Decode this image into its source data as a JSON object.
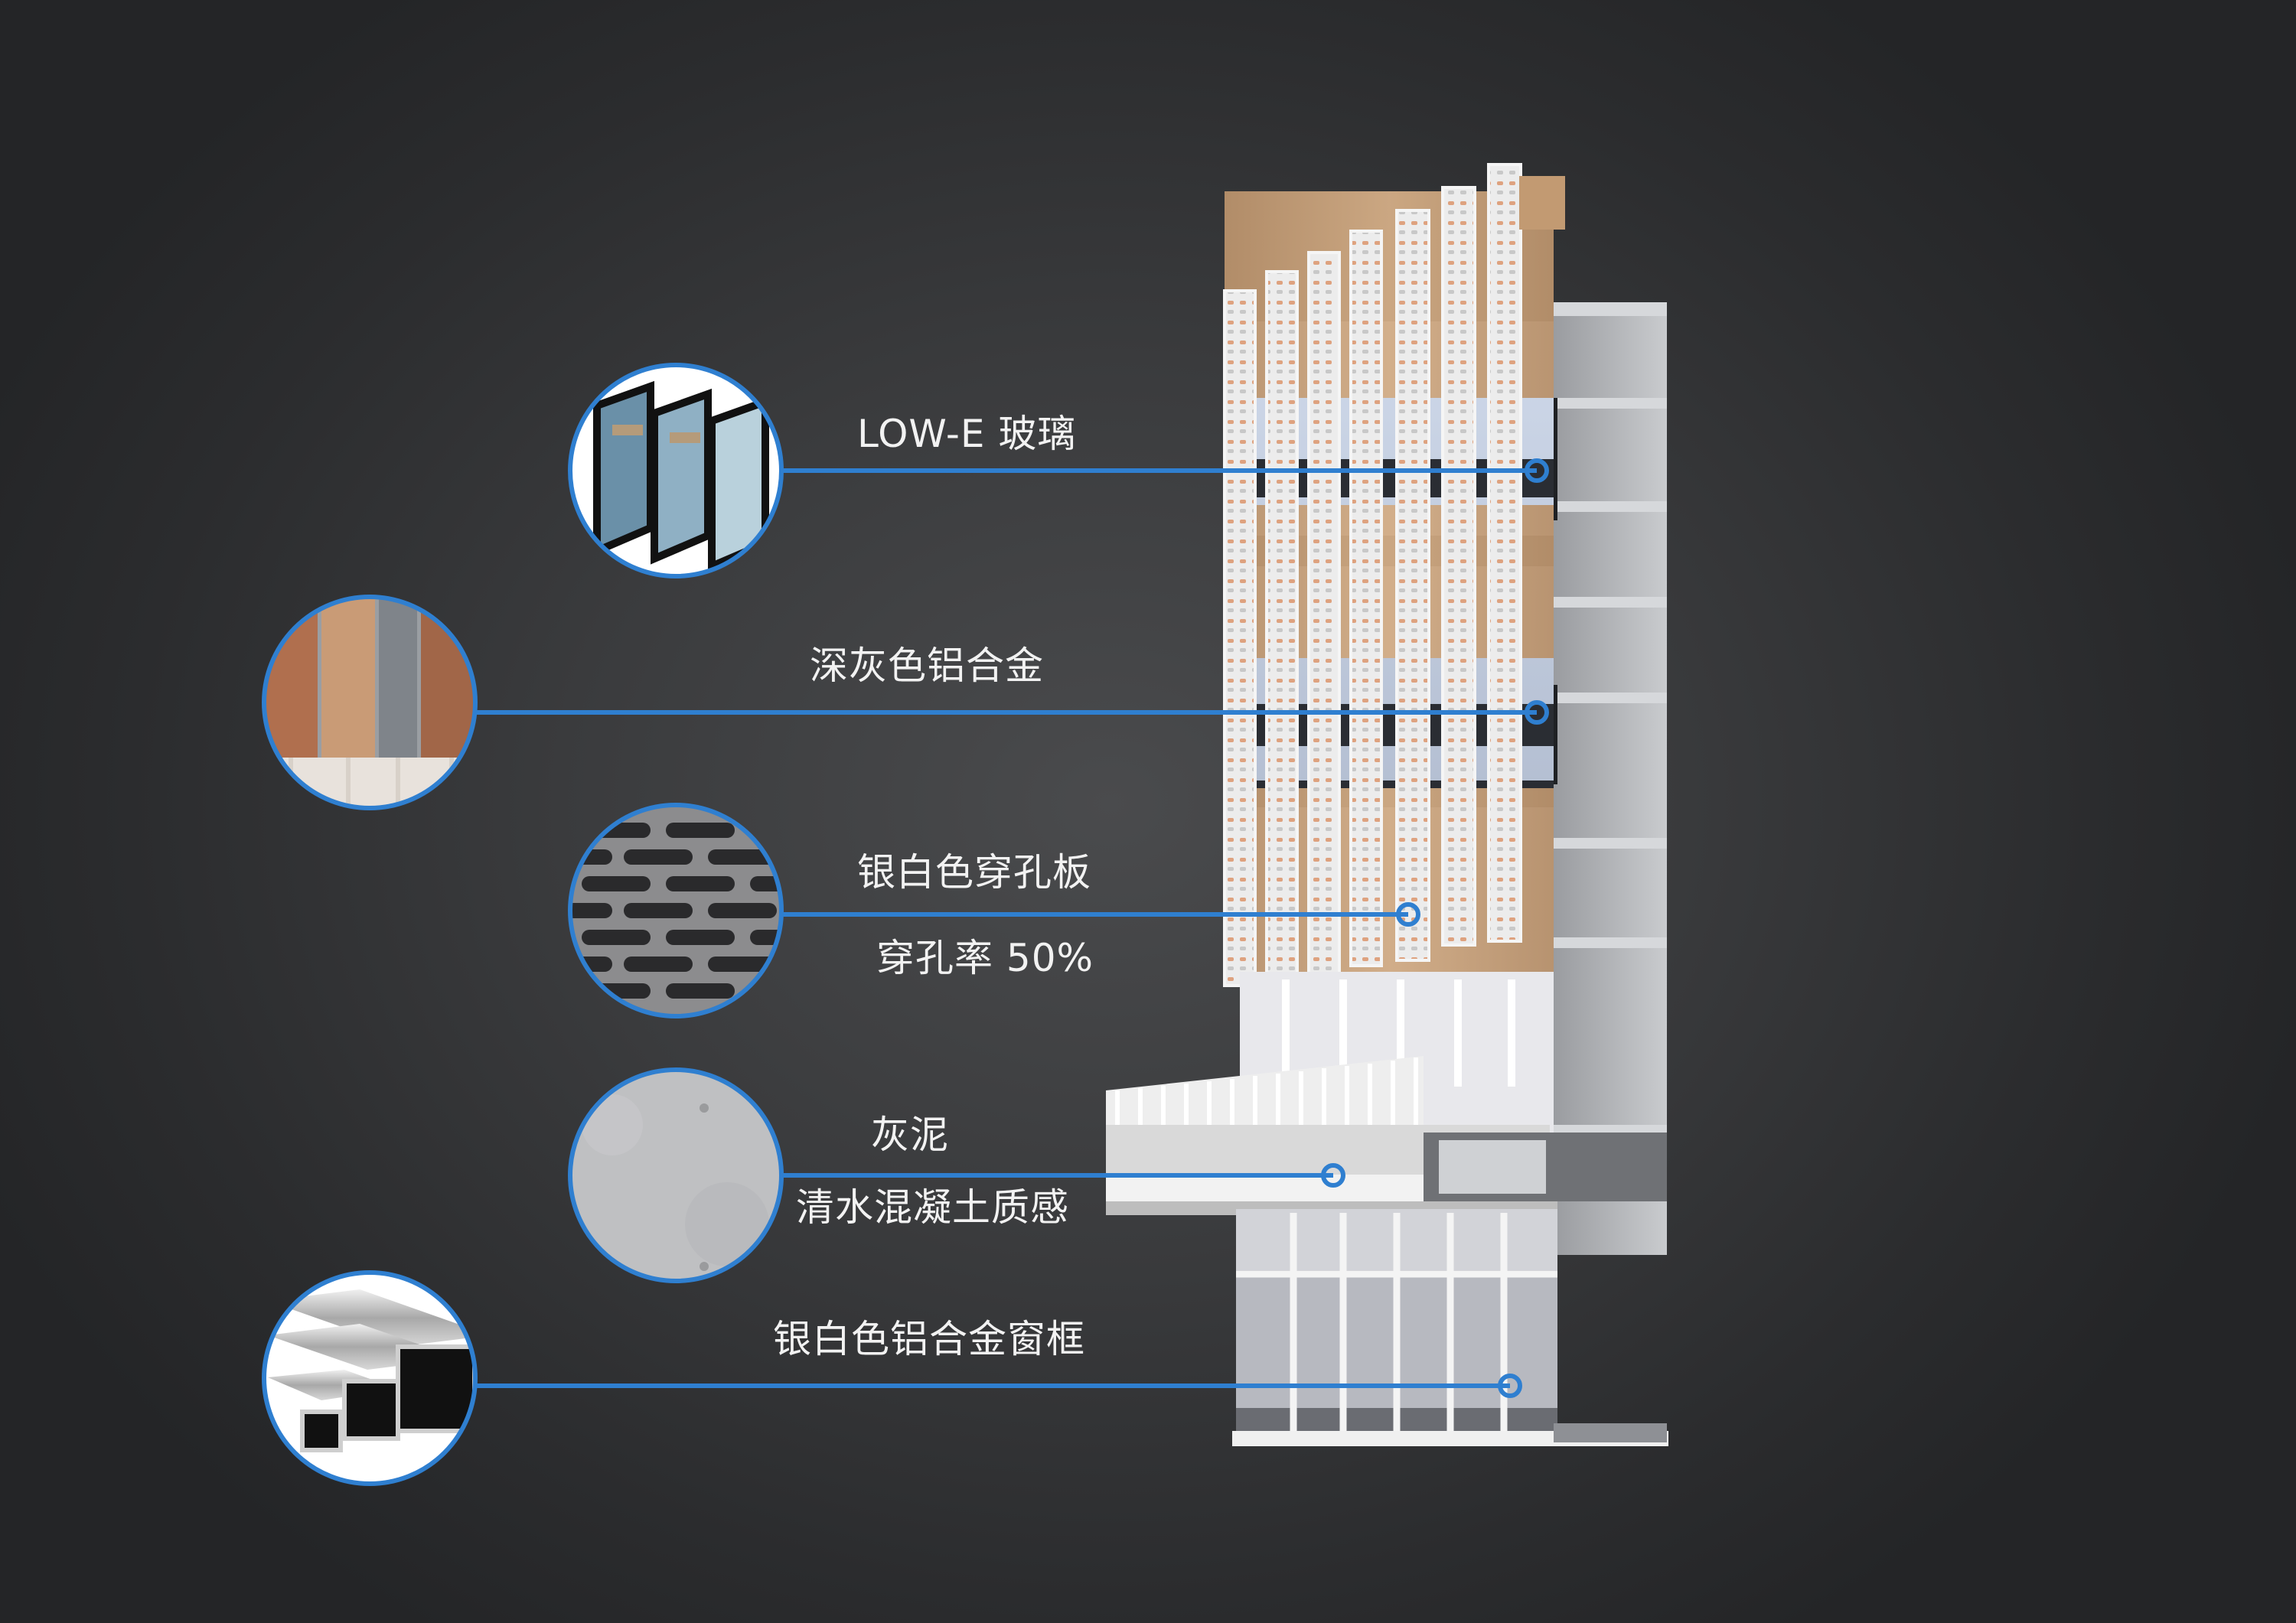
{
  "colors": {
    "callout_line": "#2f7fd0",
    "label_text": "#f2f2f2",
    "background": "#3a3b3d",
    "wood_fin": "#c9a27c",
    "perforated_fin": "#e9e9ea"
  },
  "callouts": [
    {
      "id": "glass",
      "lines": [
        "LOW-E 玻璃"
      ],
      "swatch_icon": "double-glazing-glass-icon"
    },
    {
      "id": "aluminum",
      "lines": [
        "深灰色铝合金"
      ],
      "swatch_icon": "aluminum-profile-icon"
    },
    {
      "id": "perforated",
      "lines": [
        "银白色穿孔板",
        "穿孔率 50%"
      ],
      "swatch_icon": "perforated-panel-icon"
    },
    {
      "id": "concrete",
      "lines": [
        "灰泥",
        "清水混凝土质感"
      ],
      "swatch_icon": "concrete-texture-icon"
    },
    {
      "id": "frame",
      "lines": [
        "银白色铝合金窗框"
      ],
      "swatch_icon": "aluminum-tube-icon"
    }
  ]
}
